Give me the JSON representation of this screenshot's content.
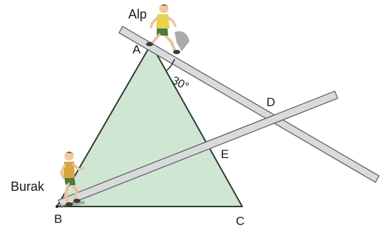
{
  "figure": {
    "points": {
      "A": "A",
      "B": "B",
      "C": "C",
      "D": "D",
      "E": "E"
    },
    "angle_label": "30°",
    "people": {
      "top": "Alp",
      "bottom": "Burak"
    },
    "colors": {
      "triangle_fill": "#cfe6d3",
      "triangle_stroke": "#2f3b33",
      "road_fill": "#d9dadb",
      "road_stroke": "#555a5e",
      "shirt_top": "#e8d24a",
      "shirt_bottom": "#d9a441",
      "shorts": "#4e7a3a",
      "skin": "#f1c9a0",
      "hair": "#6b4a2a"
    }
  }
}
